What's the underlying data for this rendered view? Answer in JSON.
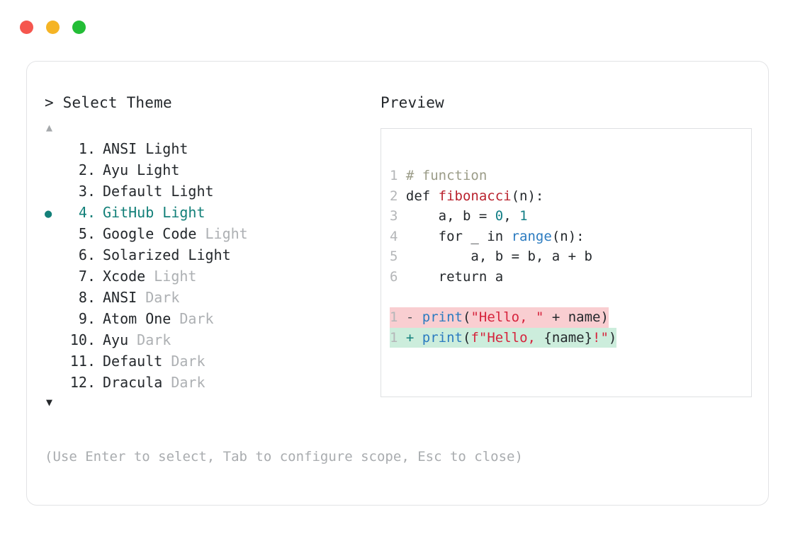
{
  "window": {
    "dots": [
      {
        "name": "close",
        "color": "#f5564e"
      },
      {
        "name": "minimize",
        "color": "#f5b425"
      },
      {
        "name": "maximize",
        "color": "#23bd36"
      }
    ]
  },
  "left": {
    "prompt": "> Select Theme",
    "scroll_up_icon": "▲",
    "scroll_down_icon": "▼",
    "selected_bullet": "●",
    "selected_index": 4,
    "items": [
      {
        "num": " 1.",
        "name": "ANSI",
        "variant": "Light",
        "variant_dim": false,
        "selected": false
      },
      {
        "num": " 2.",
        "name": "Ayu",
        "variant": "Light",
        "variant_dim": false,
        "selected": false
      },
      {
        "num": " 3.",
        "name": "Default",
        "variant": "Light",
        "variant_dim": false,
        "selected": false
      },
      {
        "num": " 4.",
        "name": "GitHub",
        "variant": "Light",
        "variant_dim": false,
        "selected": true
      },
      {
        "num": " 5.",
        "name": "Google Code",
        "variant": "Light",
        "variant_dim": true,
        "selected": false
      },
      {
        "num": " 6.",
        "name": "Solarized",
        "variant": "Light",
        "variant_dim": false,
        "selected": false
      },
      {
        "num": " 7.",
        "name": "Xcode",
        "variant": "Light",
        "variant_dim": true,
        "selected": false
      },
      {
        "num": " 8.",
        "name": "ANSI",
        "variant": "Dark",
        "variant_dim": true,
        "selected": false
      },
      {
        "num": " 9.",
        "name": "Atom One",
        "variant": "Dark",
        "variant_dim": true,
        "selected": false
      },
      {
        "num": "10.",
        "name": "Ayu",
        "variant": "Dark",
        "variant_dim": true,
        "selected": false
      },
      {
        "num": "11.",
        "name": "Default",
        "variant": "Dark",
        "variant_dim": true,
        "selected": false
      },
      {
        "num": "12.",
        "name": "Dracula",
        "variant": "Dark",
        "variant_dim": true,
        "selected": false
      }
    ],
    "hint": "(Use Enter to select, Tab to configure scope, Esc to close)"
  },
  "right": {
    "title": "Preview",
    "code": {
      "lines": [
        {
          "ln": "1",
          "tokens": [
            {
              "t": "# function",
              "c": "comment"
            }
          ]
        },
        {
          "ln": "2",
          "tokens": [
            {
              "t": "def ",
              "c": "kw"
            },
            {
              "t": "fibonacci",
              "c": "fn"
            },
            {
              "t": "(n):",
              "c": "plain"
            }
          ]
        },
        {
          "ln": "3",
          "tokens": [
            {
              "t": "    a, b = ",
              "c": "plain"
            },
            {
              "t": "0",
              "c": "num"
            },
            {
              "t": ", ",
              "c": "plain"
            },
            {
              "t": "1",
              "c": "num"
            }
          ]
        },
        {
          "ln": "4",
          "tokens": [
            {
              "t": "    for _ in ",
              "c": "plain"
            },
            {
              "t": "range",
              "c": "builtin"
            },
            {
              "t": "(n):",
              "c": "plain"
            }
          ]
        },
        {
          "ln": "5",
          "tokens": [
            {
              "t": "        a, b = b, a + b",
              "c": "plain"
            }
          ]
        },
        {
          "ln": "6",
          "tokens": [
            {
              "t": "    return a",
              "c": "plain"
            }
          ]
        }
      ],
      "diff": [
        {
          "kind": "del",
          "ln": "1",
          "sign": "-",
          "tokens": [
            {
              "t": "print",
              "c": "print"
            },
            {
              "t": "(",
              "c": "plain"
            },
            {
              "t": "\"Hello, \"",
              "c": "str"
            },
            {
              "t": " + name)",
              "c": "plain"
            }
          ]
        },
        {
          "kind": "add",
          "ln": "1",
          "sign": "+",
          "tokens": [
            {
              "t": "print",
              "c": "print"
            },
            {
              "t": "(",
              "c": "plain"
            },
            {
              "t": "f\"Hello, ",
              "c": "str"
            },
            {
              "t": "{name}",
              "c": "plain"
            },
            {
              "t": "!\"",
              "c": "str"
            },
            {
              "t": ")",
              "c": "plain"
            }
          ]
        }
      ]
    }
  }
}
